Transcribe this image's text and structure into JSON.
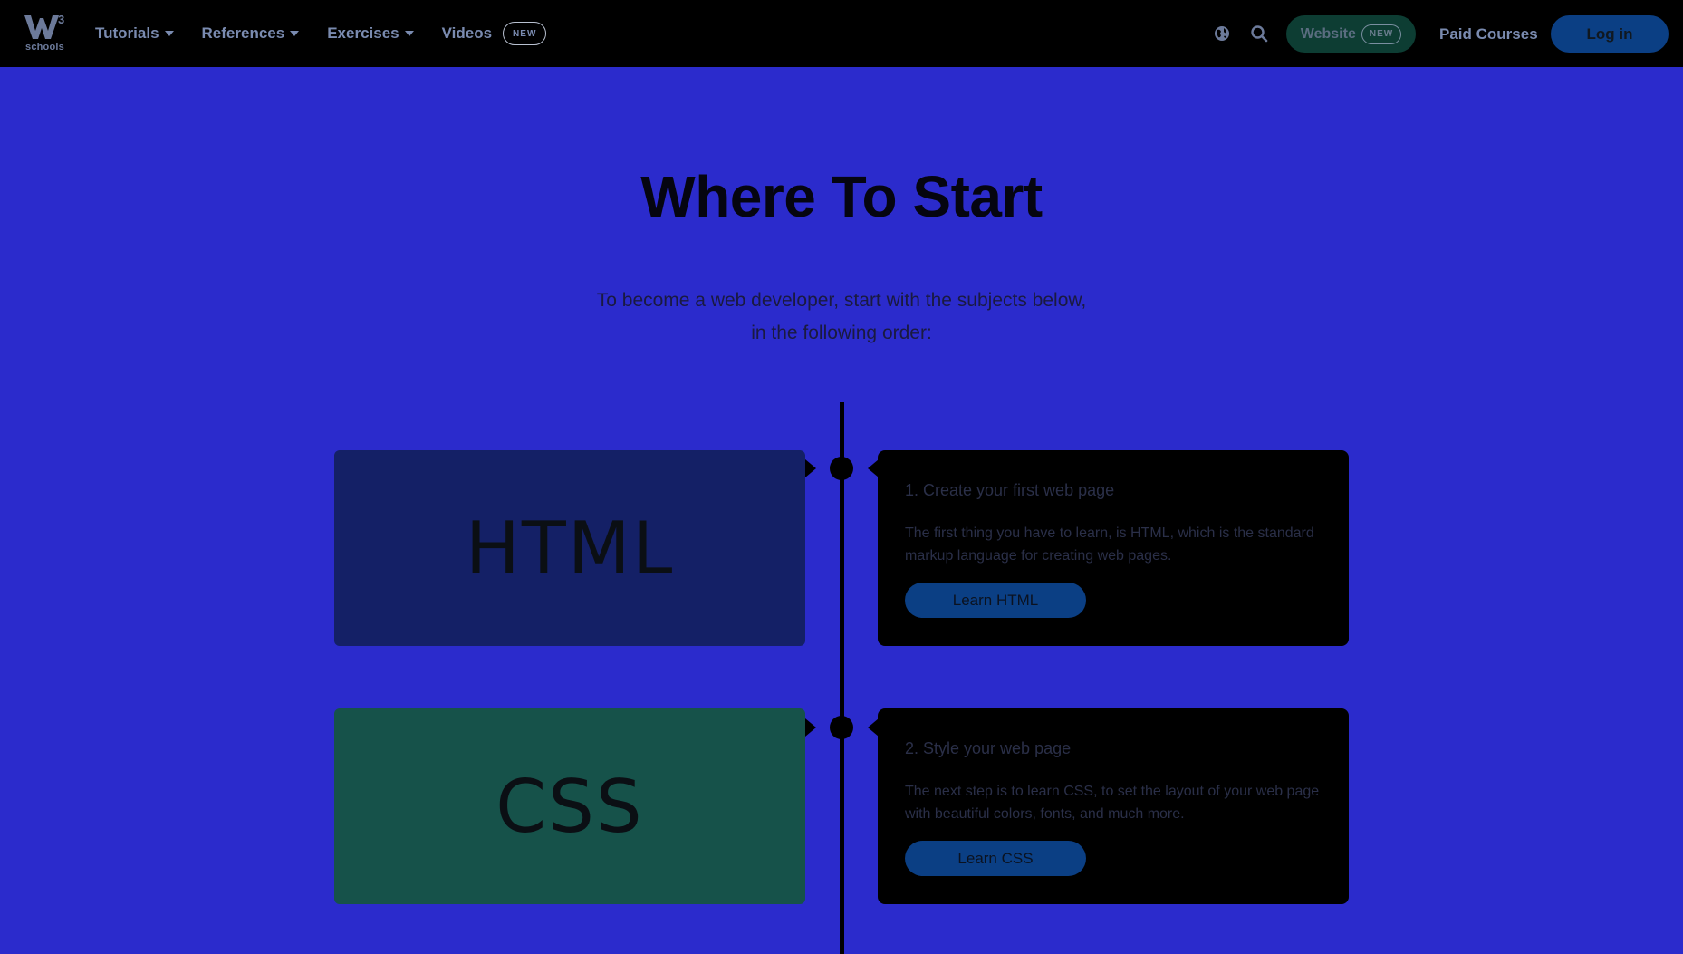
{
  "nav": {
    "logo_mark": "W",
    "logo_sup": "3",
    "logo_sub": "schools",
    "items": [
      {
        "label": "Tutorials"
      },
      {
        "label": "References"
      },
      {
        "label": "Exercises"
      },
      {
        "label": "Videos",
        "badge": "NEW"
      }
    ],
    "website": {
      "label": "Website",
      "badge": "NEW"
    },
    "paid_courses": "Paid Courses",
    "login": "Log in"
  },
  "hero": {
    "title": "Where To Start",
    "subtitle_line1": "To become a web developer, start with the subjects below,",
    "subtitle_line2": "in the following order:"
  },
  "steps": [
    {
      "tile": "HTML",
      "heading": "1. Create your first web page",
      "text": "The first thing you have to learn, is HTML, which is the standard markup language for creating web pages.",
      "button": "Learn HTML",
      "tile_color": "#142066"
    },
    {
      "tile": "CSS",
      "heading": "2. Style your web page",
      "text": "The next step is to learn CSS, to set the layout of your web page with beautiful colors, fonts, and much more.",
      "button": "Learn CSS",
      "tile_color": "#16524a"
    }
  ],
  "colors": {
    "background": "#2b2bcc",
    "nav_bg": "#000000",
    "accent_button": "#0b3f84",
    "website_button": "#0d3d33"
  },
  "icons": {
    "globe": "globe-icon",
    "search": "search-icon"
  }
}
